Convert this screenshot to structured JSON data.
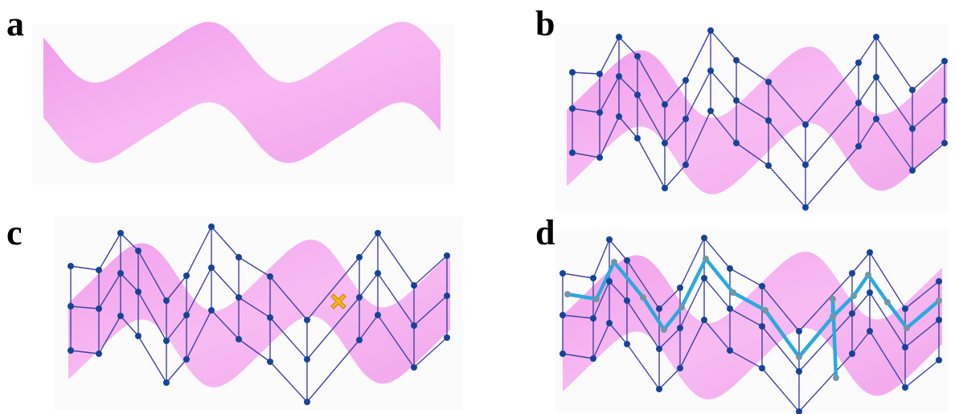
{
  "panels": [
    {
      "label": "a"
    },
    {
      "label": "b"
    },
    {
      "label": "c"
    },
    {
      "label": "d"
    }
  ],
  "colors": {
    "surface": "#f2a6ef",
    "mesh_edge": "#3f44a3",
    "mesh_node": "#14449a",
    "path": "#29a9df",
    "path_node": "#6f97a6",
    "marker": "#f6b61c",
    "marker_edge": "#c88a00"
  },
  "icons": {
    "marker": "x-cross-icon"
  }
}
